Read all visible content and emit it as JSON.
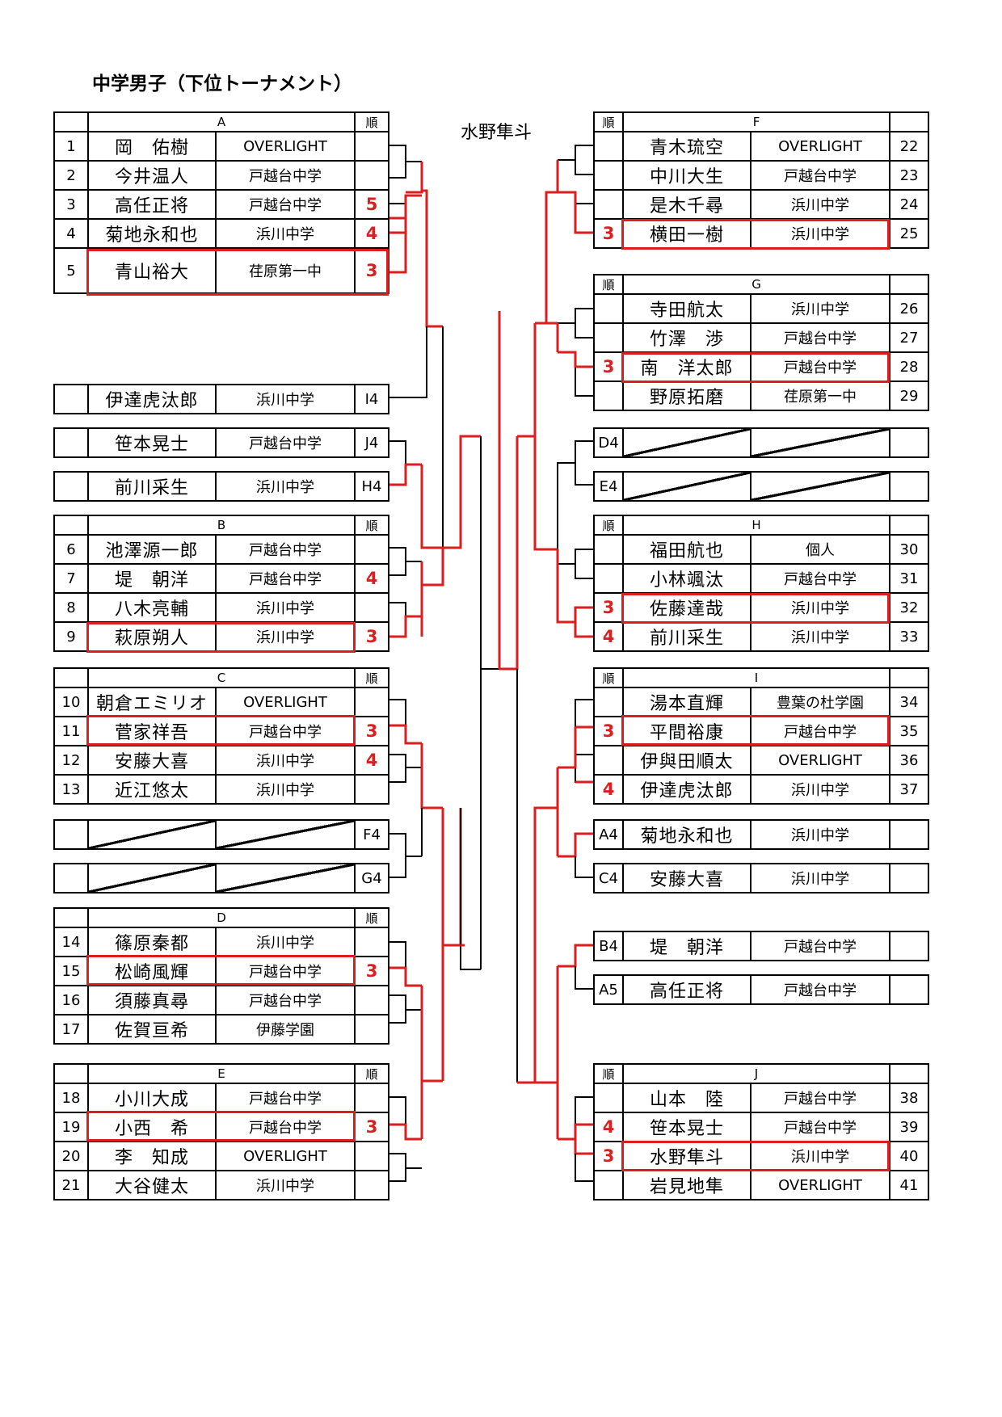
{
  "title": "中学男子（下位トーナメント）",
  "champion": "水野隼斗",
  "rank_header": "順",
  "colors": {
    "accent_red": "#dc1e1e",
    "line_black": "#000000"
  },
  "left": {
    "A": {
      "label": "A",
      "players": [
        {
          "no": "1",
          "name": "岡　佑樹",
          "school": "OVERLIGHT",
          "rank": ""
        },
        {
          "no": "2",
          "name": "今井温人",
          "school": "戸越台中学",
          "rank": ""
        },
        {
          "no": "3",
          "name": "高任正将",
          "school": "戸越台中学",
          "rank": "5"
        },
        {
          "no": "4",
          "name": "菊地永和也",
          "school": "浜川中学",
          "rank": "4"
        },
        {
          "no": "5",
          "name": "青山裕大",
          "school": "荏原第一中",
          "rank": "3"
        }
      ]
    },
    "I4": {
      "name": "伊達虎汰郎",
      "school": "浜川中学",
      "seed": "I4"
    },
    "J4": {
      "name": "笹本晃士",
      "school": "戸越台中学",
      "seed": "J4"
    },
    "H4": {
      "name": "前川采生",
      "school": "浜川中学",
      "seed": "H4"
    },
    "B": {
      "label": "B",
      "players": [
        {
          "no": "6",
          "name": "池澤源一郎",
          "school": "戸越台中学",
          "rank": ""
        },
        {
          "no": "7",
          "name": "堤　朝洋",
          "school": "戸越台中学",
          "rank": "4"
        },
        {
          "no": "8",
          "name": "八木亮輔",
          "school": "浜川中学",
          "rank": ""
        },
        {
          "no": "9",
          "name": "萩原朔人",
          "school": "浜川中学",
          "rank": "3"
        }
      ]
    },
    "C": {
      "label": "C",
      "players": [
        {
          "no": "10",
          "name": "朝倉エミリオ",
          "school": "OVERLIGHT",
          "rank": ""
        },
        {
          "no": "11",
          "name": "菅家祥吾",
          "school": "戸越台中学",
          "rank": "3"
        },
        {
          "no": "12",
          "name": "安藤大喜",
          "school": "浜川中学",
          "rank": "4"
        },
        {
          "no": "13",
          "name": "近江悠太",
          "school": "浜川中学",
          "rank": ""
        }
      ]
    },
    "F4": {
      "seed": "F4"
    },
    "G4": {
      "seed": "G4"
    },
    "D": {
      "label": "D",
      "players": [
        {
          "no": "14",
          "name": "篠原秦都",
          "school": "浜川中学",
          "rank": ""
        },
        {
          "no": "15",
          "name": "松崎風輝",
          "school": "戸越台中学",
          "rank": "3"
        },
        {
          "no": "16",
          "name": "須藤真尋",
          "school": "戸越台中学",
          "rank": ""
        },
        {
          "no": "17",
          "name": "佐賀亘希",
          "school": "伊藤学園",
          "rank": ""
        }
      ]
    },
    "E": {
      "label": "E",
      "players": [
        {
          "no": "18",
          "name": "小川大成",
          "school": "戸越台中学",
          "rank": ""
        },
        {
          "no": "19",
          "name": "小西　希",
          "school": "戸越台中学",
          "rank": "3"
        },
        {
          "no": "20",
          "name": "李　知成",
          "school": "OVERLIGHT",
          "rank": ""
        },
        {
          "no": "21",
          "name": "大谷健太",
          "school": "浜川中学",
          "rank": ""
        }
      ]
    }
  },
  "right": {
    "F": {
      "label": "F",
      "players": [
        {
          "no": "22",
          "name": "青木琉空",
          "school": "OVERLIGHT",
          "rank": ""
        },
        {
          "no": "23",
          "name": "中川大生",
          "school": "戸越台中学",
          "rank": ""
        },
        {
          "no": "24",
          "name": "是木千尋",
          "school": "浜川中学",
          "rank": ""
        },
        {
          "no": "25",
          "name": "横田一樹",
          "school": "浜川中学",
          "rank": "3"
        }
      ]
    },
    "G": {
      "label": "G",
      "players": [
        {
          "no": "26",
          "name": "寺田航太",
          "school": "浜川中学",
          "rank": ""
        },
        {
          "no": "27",
          "name": "竹澤　渉",
          "school": "戸越台中学",
          "rank": ""
        },
        {
          "no": "28",
          "name": "南　洋太郎",
          "school": "戸越台中学",
          "rank": "3"
        },
        {
          "no": "29",
          "name": "野原拓磨",
          "school": "荏原第一中",
          "rank": ""
        }
      ]
    },
    "D4": {
      "seed": "D4"
    },
    "E4": {
      "seed": "E4"
    },
    "H": {
      "label": "H",
      "players": [
        {
          "no": "30",
          "name": "福田航也",
          "school": "個人",
          "rank": ""
        },
        {
          "no": "31",
          "name": "小林颯汰",
          "school": "戸越台中学",
          "rank": ""
        },
        {
          "no": "32",
          "name": "佐藤達哉",
          "school": "浜川中学",
          "rank": "3"
        },
        {
          "no": "33",
          "name": "前川采生",
          "school": "浜川中学",
          "rank": "4"
        }
      ]
    },
    "I": {
      "label": "I",
      "players": [
        {
          "no": "34",
          "name": "湯本直輝",
          "school": "豊葉の杜学園",
          "rank": ""
        },
        {
          "no": "35",
          "name": "平間裕康",
          "school": "戸越台中学",
          "rank": "3"
        },
        {
          "no": "36",
          "name": "伊與田順太",
          "school": "OVERLIGHT",
          "rank": ""
        },
        {
          "no": "37",
          "name": "伊達虎汰郎",
          "school": "浜川中学",
          "rank": "4"
        }
      ]
    },
    "A4": {
      "name": "菊地永和也",
      "school": "浜川中学",
      "seed": "A4"
    },
    "C4": {
      "name": "安藤大喜",
      "school": "浜川中学",
      "seed": "C4"
    },
    "B4": {
      "name": "堤　朝洋",
      "school": "戸越台中学",
      "seed": "B4"
    },
    "A5": {
      "name": "高任正将",
      "school": "戸越台中学",
      "seed": "A5"
    },
    "J": {
      "label": "J",
      "players": [
        {
          "no": "38",
          "name": "山本　陸",
          "school": "戸越台中学",
          "rank": ""
        },
        {
          "no": "39",
          "name": "笹本晃士",
          "school": "戸越台中学",
          "rank": "4"
        },
        {
          "no": "40",
          "name": "水野隼斗",
          "school": "浜川中学",
          "rank": "3"
        },
        {
          "no": "41",
          "name": "岩見地隼",
          "school": "OVERLIGHT",
          "rank": ""
        }
      ]
    }
  }
}
